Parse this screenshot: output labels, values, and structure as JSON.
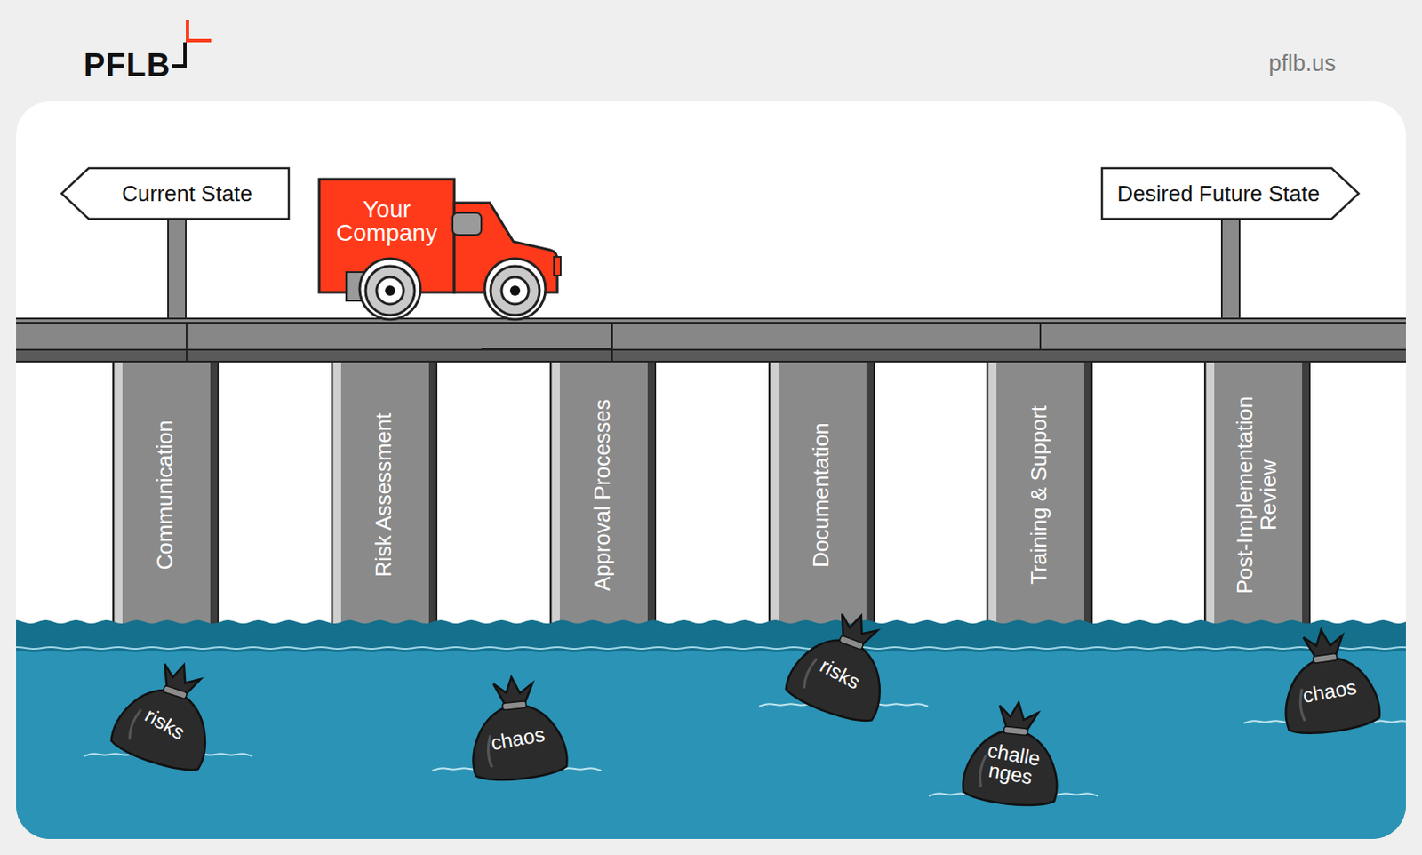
{
  "diagram": {
    "nodes": [
      {
        "text": [
          "Current State"
        ]
      },
      {
        "text": [
          "Your Company"
        ]
      },
      {
        "text": [
          "Desired Future State"
        ]
      },
      {
        "text": [
          "Communication"
        ]
      },
      {
        "text": [
          "Risk Assessment"
        ]
      },
      {
        "text": [
          "Approval Processes"
        ]
      },
      {
        "text": [
          "Documentation"
        ]
      },
      {
        "text": [
          "Training & Support"
        ]
      },
      {
        "text": [
          "Post-Implementation Review"
        ]
      },
      {
        "text": [
          "risks"
        ]
      },
      {
        "text": [
          "chaos"
        ]
      },
      {
        "text": [
          "risks"
        ]
      },
      {
        "text": [
          "challe nges"
        ]
      },
      {
        "text": [
          "chaos"
        ]
      }
    ],
    "labels": [
      "PFLB",
      "pflb.us"
    ]
  }
}
